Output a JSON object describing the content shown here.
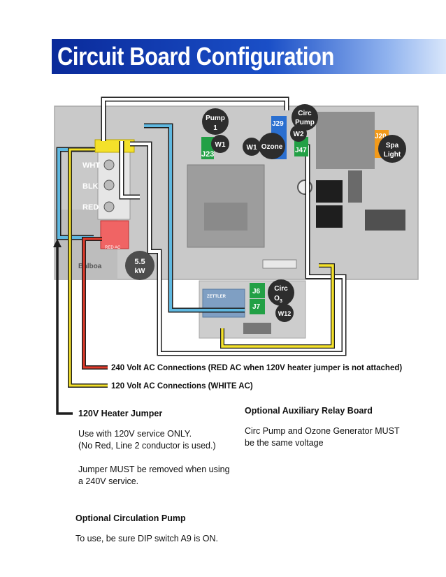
{
  "header": {
    "title": "Circuit Board Configuration"
  },
  "board": {
    "heater_terminals": [
      "WHT",
      "BLK",
      "RED"
    ],
    "red_ac_label": "RED AC",
    "heater_rating": [
      "5.5",
      "kW"
    ],
    "brand_mark": "Balboa"
  },
  "components": {
    "pump1": [
      "Pump",
      "1"
    ],
    "j23": "J23",
    "w1_pump": "W1",
    "w1_ozone": "W1",
    "ozone": "Ozone",
    "j29": "J29",
    "circ_pump": [
      "Circ",
      "Pump"
    ],
    "w2": "W2",
    "j47": "J47",
    "j20": "J20",
    "spa_light": [
      "Spa",
      "Light"
    ]
  },
  "aux_board": {
    "j6": "J6",
    "j7": "J7",
    "circ_o3": [
      "Circ",
      "O",
      "3"
    ],
    "w12": "W12",
    "relay_brand": "ZETTLER"
  },
  "connections": {
    "line_240": "240 Volt AC Connections (RED AC when 120V heater jumper is not attached)",
    "line_120": "120 Volt AC Connections (WHITE AC)"
  },
  "sections": {
    "heater_jumper": {
      "title": "120V Heater Jumper",
      "body": "Use with 120V service ONLY.\n(No Red, Line 2 conductor is used.)\n\nJumper MUST be removed when using\na 240V service."
    },
    "aux_relay": {
      "title": "Optional Auxiliary Relay Board",
      "body": "Circ Pump and Ozone Generator MUST\nbe the same voltage"
    },
    "circ_pump": {
      "title": "Optional Circulation Pump",
      "body": "To use, be sure DIP switch A9 is ON."
    }
  },
  "colors": {
    "banner": "#0a2a9a",
    "wire_blue": "#5fb8e0",
    "wire_yellow": "#f4e12a",
    "wire_red": "#e23a2a",
    "connector_green": "#22a045",
    "connector_blue": "#2a6fd0",
    "connector_orange": "#f29a1a",
    "badge_dark": "#2d2d2d",
    "heater_badge": "#4d4d4d"
  }
}
